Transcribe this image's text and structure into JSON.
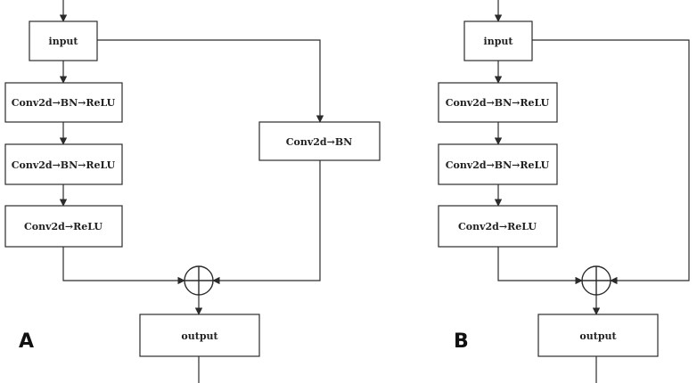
{
  "panels": [
    {
      "label": "A",
      "nodes": {
        "input": "input",
        "conv1": "Conv2d→BN→ReLU",
        "conv2": "Conv2d→BN→ReLU",
        "conv3": "Conv2d→ReLU",
        "shortcut": "Conv2d→BN",
        "output": "output"
      }
    },
    {
      "label": "B",
      "nodes": {
        "input": "input",
        "conv1": "Conv2d→BN→ReLU",
        "conv2": "Conv2d→BN→ReLU",
        "conv3": "Conv2d→ReLU",
        "output": "output"
      }
    }
  ]
}
